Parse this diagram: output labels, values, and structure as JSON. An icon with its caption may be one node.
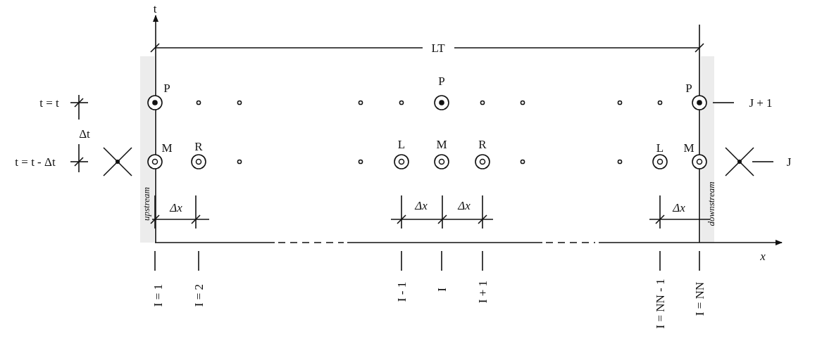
{
  "diagram": {
    "labels": [
      "t",
      "LT",
      "P",
      "P",
      "P",
      "t = t",
      "J + 1",
      "Δt",
      "M",
      "R",
      "L",
      "M",
      "R",
      "L",
      "M",
      "t = t - Δt",
      "J",
      "upstream",
      "Δx",
      "Δx",
      "Δx",
      "Δx",
      "downstream",
      "x",
      "I = 1",
      "I = 2",
      "I - 1",
      "I",
      "I + 1",
      "I = NN - 1",
      "I = NN"
    ]
  }
}
